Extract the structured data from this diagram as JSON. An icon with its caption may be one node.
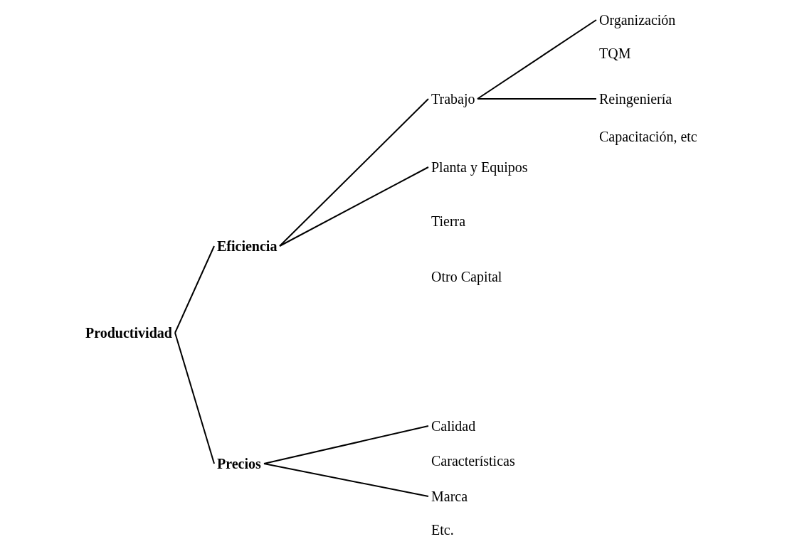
{
  "diagram": {
    "nodes": [
      {
        "text": [
          "Productividad"
        ]
      },
      {
        "text": [
          "Eficiencia"
        ]
      },
      {
        "text": [
          "Trabajo"
        ]
      },
      {
        "text": [
          "Organización"
        ]
      },
      {
        "text": [
          "TQM"
        ]
      },
      {
        "text": [
          "Reingeniería"
        ]
      },
      {
        "text": [
          "Capacitación, etc"
        ]
      },
      {
        "text": [
          "Planta y Equipos"
        ]
      },
      {
        "text": [
          "Tierra"
        ]
      },
      {
        "text": [
          "Otro Capital"
        ]
      },
      {
        "text": [
          "Precios"
        ]
      },
      {
        "text": [
          "Calidad"
        ]
      },
      {
        "text": [
          "Características"
        ]
      },
      {
        "text": [
          "Marca"
        ]
      },
      {
        "text": [
          "Etc."
        ]
      }
    ],
    "edges": [
      {
        "from": 0,
        "to": 1,
        "arrow": "none"
      },
      {
        "from": 0,
        "to": 10,
        "arrow": "none"
      },
      {
        "from": 1,
        "to": 2,
        "arrow": "none"
      },
      {
        "from": 1,
        "to": 7,
        "arrow": "none"
      },
      {
        "from": 2,
        "to": 3,
        "arrow": "none"
      },
      {
        "from": 2,
        "to": 5,
        "arrow": "none"
      },
      {
        "from": 10,
        "to": 11,
        "arrow": "none"
      },
      {
        "from": 10,
        "to": 13,
        "arrow": "none"
      }
    ]
  }
}
